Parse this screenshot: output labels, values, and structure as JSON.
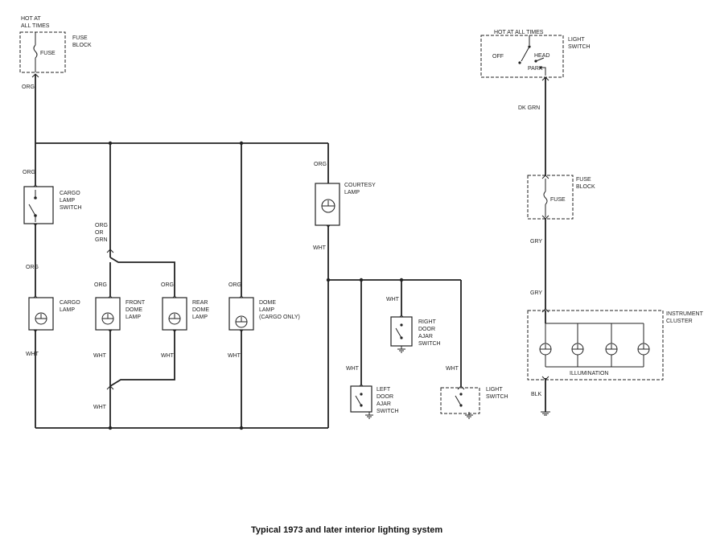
{
  "caption": "Typical 1973 and later interior lighting system",
  "left_fuse": {
    "hot": [
      "HOT AT",
      "ALL TIMES"
    ],
    "name": [
      "FUSE",
      "BLOCK"
    ],
    "fuse": "FUSE",
    "wire": "ORG"
  },
  "cargo_switch": {
    "wire_in": "ORG",
    "name": [
      "CARGO",
      "LAMP",
      "SWITCH"
    ]
  },
  "cargo_lamp": {
    "wire_in": "ORG",
    "name": [
      "CARGO",
      "LAMP"
    ],
    "wire_out": "WHT"
  },
  "front_dome": {
    "wire_feed": [
      "ORG",
      "OR",
      "GRN"
    ],
    "wire_in": "ORG",
    "name": [
      "FRONT",
      "DOME",
      "LAMP"
    ],
    "wire_out": "WHT",
    "wire_join": "WHT"
  },
  "rear_dome": {
    "wire_in": "ORG",
    "name": [
      "REAR",
      "DOME",
      "LAMP"
    ],
    "wire_out": "WHT"
  },
  "dome_cargo": {
    "wire_in": "ORG",
    "name": [
      "DOME",
      "LAMP",
      "(CARGO ONLY)"
    ],
    "wire_out": "WHT"
  },
  "courtesy": {
    "wire_in": "ORG",
    "name": [
      "COURTESY",
      "LAMP"
    ],
    "wire_out": "WHT"
  },
  "right_door": {
    "wire": "WHT",
    "name": [
      "RIGHT",
      "DOOR",
      "AJAR",
      "SWITCH"
    ]
  },
  "left_door": {
    "wire": "WHT",
    "name": [
      "LEFT",
      "DOOR",
      "AJAR",
      "SWITCH"
    ]
  },
  "light_switch_lower": {
    "name": [
      "LIGHT",
      "SWITCH"
    ]
  },
  "light_switch_upper": {
    "hot": "HOT AT ALL TIMES",
    "name": [
      "LIGHT",
      "SWITCH"
    ],
    "off": "OFF",
    "head": "HEAD",
    "park": "PARK",
    "wire": "DK GRN"
  },
  "right_fuse": {
    "name": [
      "FUSE",
      "BLOCK"
    ],
    "fuse": "FUSE",
    "wire": "GRY"
  },
  "cluster": {
    "wire_in": "GRY",
    "name": [
      "INSTRUMENT",
      "CLUSTER"
    ],
    "illum": "ILLUMINATION",
    "wire_out": "BLK"
  }
}
